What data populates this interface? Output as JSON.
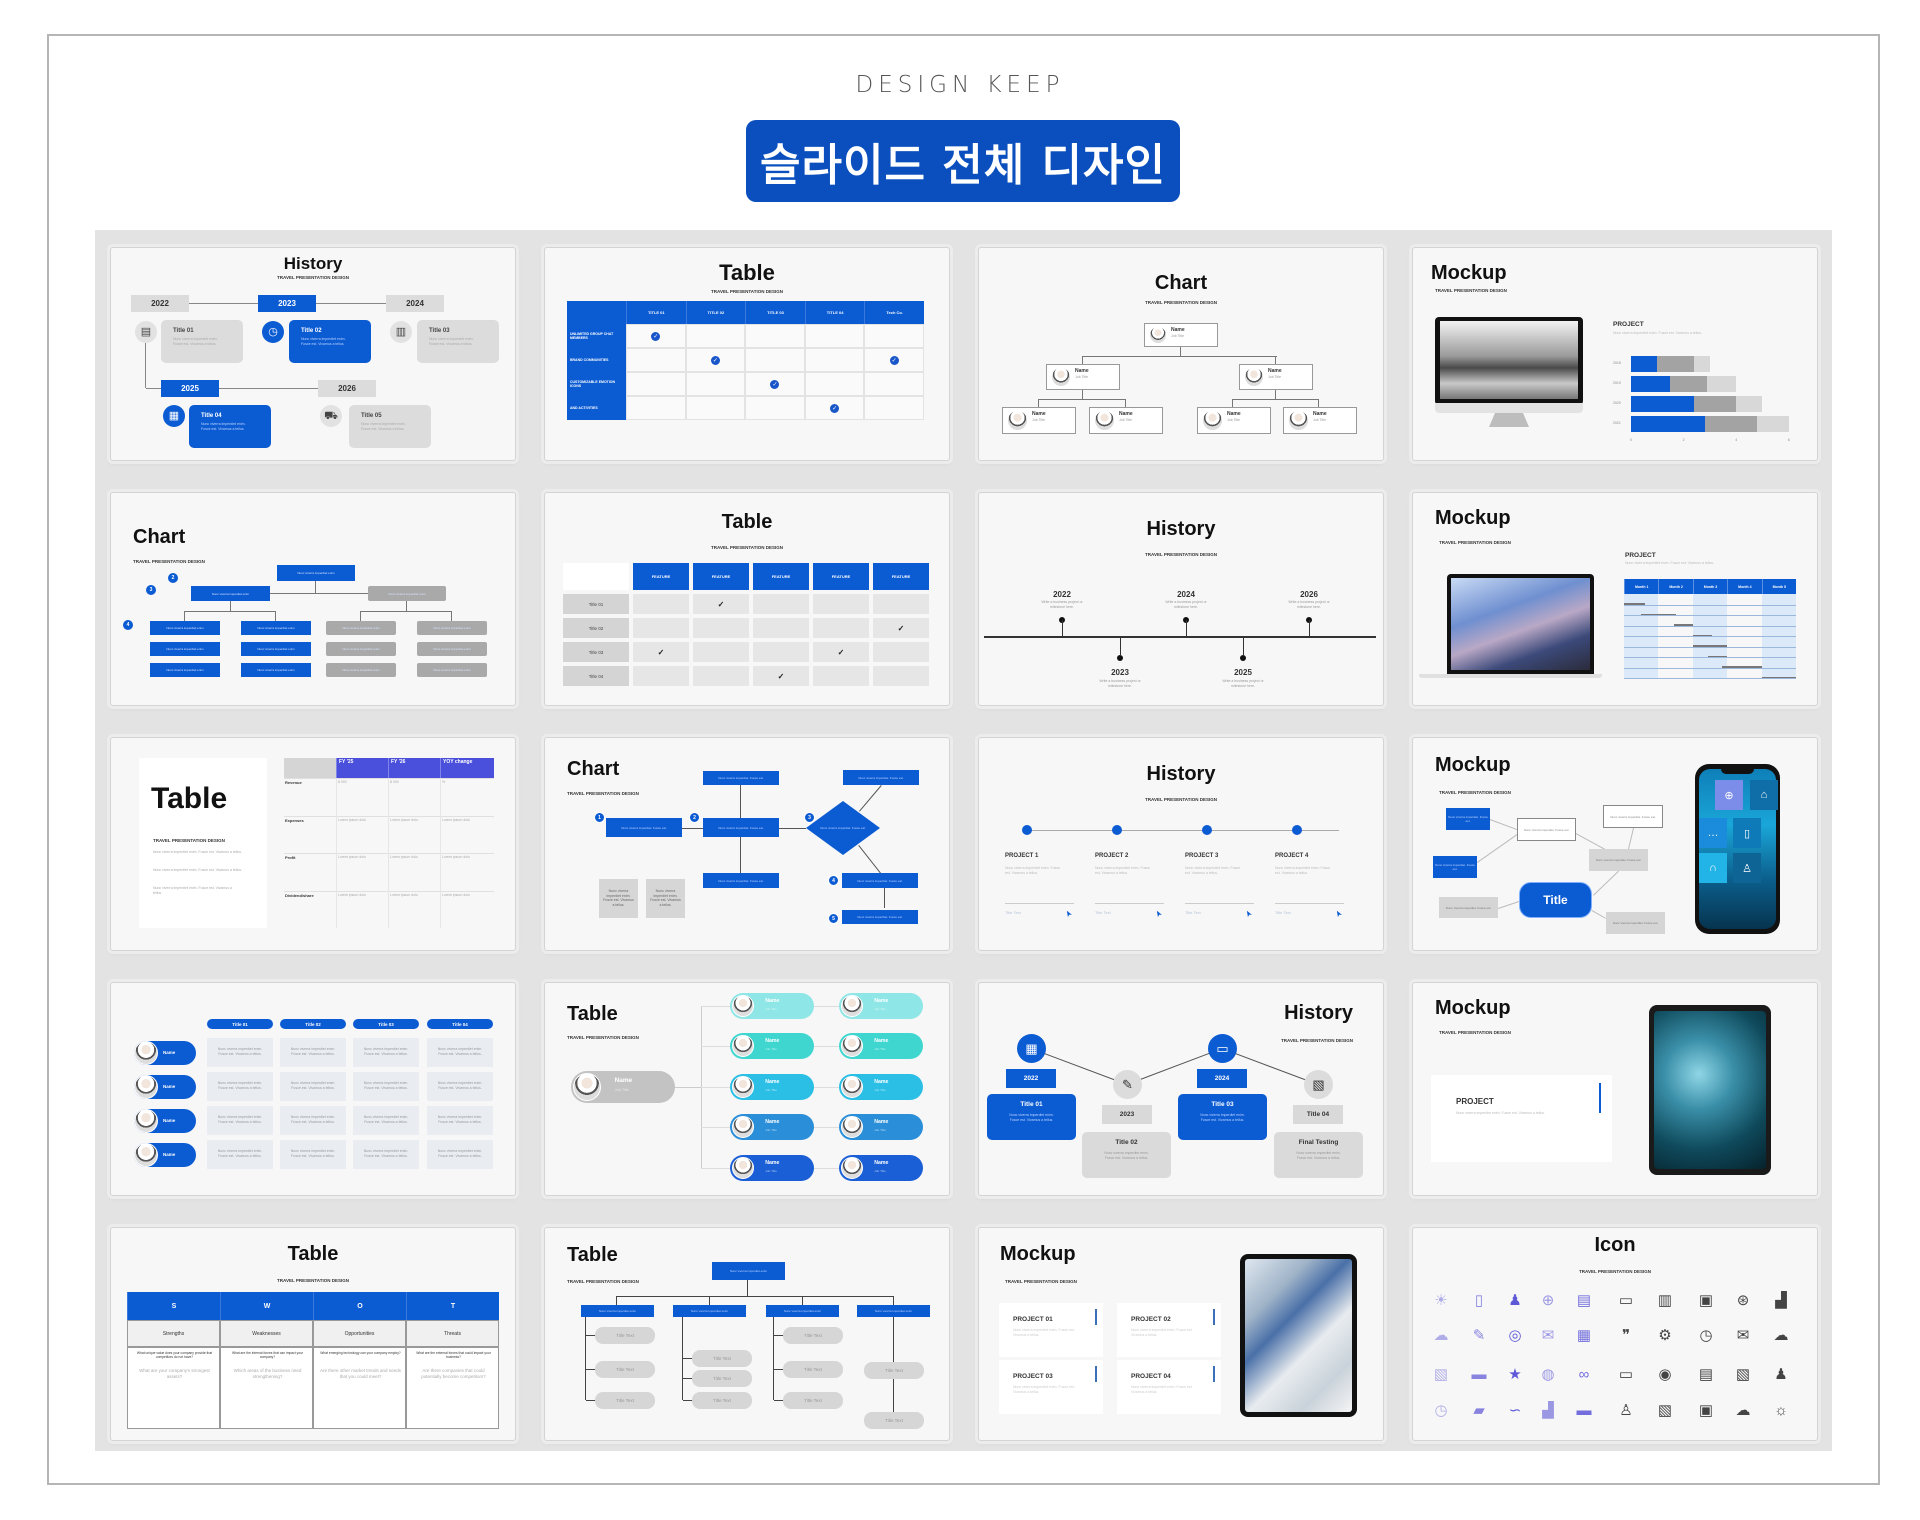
{
  "header": {
    "brand": "DESIGN KEEP",
    "title": "슬라이드 전체 디자인"
  },
  "colors": {
    "accent": "#0b5bd3",
    "banner": "#0a4fbd",
    "fy_header": "#4b50dc",
    "grey_box": "#d9d9d9",
    "pill_gradient": [
      "#8fe6e6",
      "#3fd6d0",
      "#2bbfe6",
      "#2a8ed8",
      "#1a5fd6"
    ],
    "icon_purple": "#5a55d6"
  },
  "common": {
    "subtitle": "TRAVEL PRESENTATION DESIGN",
    "lorem": "Nunc viverra imperdiet enim. Fusce est. Vivamus a tellus.",
    "lorem_short": "Nunc viverra imperdiet enim",
    "lorem_box": "Nunc viverra imperdiet. Fusce est.",
    "name": "Name",
    "job_title": "Job Title",
    "title_text": "Title Text",
    "milestone": "Write a business project or milestone here.",
    "project": "PROJECT"
  },
  "slides": [
    {
      "title": "History",
      "years": [
        "2022",
        "2023",
        "2024",
        "2025",
        "2026"
      ],
      "items": [
        {
          "title": "Title 01",
          "icon": "document-icon"
        },
        {
          "title": "Title 02",
          "icon": "clock-icon"
        },
        {
          "title": "Title 03",
          "icon": "chart-board-icon"
        },
        {
          "title": "Title 04",
          "icon": "building-icon"
        },
        {
          "title": "Title 05",
          "icon": "truck-icon"
        }
      ]
    },
    {
      "title": "Table",
      "columns": [
        "TITLE 01",
        "TITLE 02",
        "TITLE 03",
        "TITLE 04",
        "Tech Co."
      ],
      "rows": [
        {
          "label": "UNLIMITED GROUP CHAT MEMBERS",
          "checks": [
            1,
            0,
            0,
            0,
            0
          ]
        },
        {
          "label": "BRAND COMMUNITIES",
          "checks": [
            0,
            1,
            0,
            0,
            1
          ]
        },
        {
          "label": "CUSTOMIZABLE EMOTION ICONS",
          "checks": [
            0,
            0,
            1,
            0,
            0
          ]
        },
        {
          "label": "AND ACTIVITIES",
          "checks": [
            0,
            0,
            0,
            1,
            0
          ]
        }
      ]
    },
    {
      "title": "Chart"
    },
    {
      "title": "Mockup",
      "bar_chart": {
        "categories": [
          "2018",
          "2019",
          "2020",
          "2021"
        ],
        "series": [
          [
            1,
            1.5,
            2.4,
            2.8
          ],
          [
            1.4,
            1.4,
            1.6,
            2
          ],
          [
            0.6,
            1.1,
            1,
            1.2
          ]
        ],
        "ticks": [
          "0",
          "2",
          "4",
          "6"
        ],
        "xlim": [
          0,
          6
        ]
      }
    },
    {
      "title": "Chart",
      "markers": [
        "2",
        "3",
        "4"
      ]
    },
    {
      "title": "Table",
      "columns": [
        "FEATURE",
        "FEATURE",
        "FEATURE",
        "FEATURE",
        "FEATURE"
      ],
      "rows": [
        {
          "label": "Title 01",
          "checks": [
            0,
            1,
            0,
            0,
            0
          ]
        },
        {
          "label": "Title 02",
          "checks": [
            0,
            0,
            0,
            0,
            1
          ]
        },
        {
          "label": "Title 03",
          "checks": [
            1,
            0,
            0,
            1,
            0
          ]
        },
        {
          "label": "Title 04",
          "checks": [
            0,
            0,
            1,
            0,
            0
          ]
        }
      ]
    },
    {
      "title": "History",
      "milestones": [
        "2022",
        "2023",
        "2024",
        "2025",
        "2026"
      ]
    },
    {
      "title": "Mockup",
      "months": [
        "Month 1",
        "Month 2",
        "Month 3",
        "Month 4",
        "Month 5"
      ],
      "gantt": [
        [
          0,
          0.6
        ],
        [
          0.5,
          1.5
        ],
        [
          1.45,
          2
        ],
        [
          2,
          2.55
        ],
        [
          2,
          3
        ],
        [
          2.45,
          3
        ],
        [
          2.85,
          4
        ],
        [
          4,
          5
        ]
      ]
    },
    {
      "title": "Table",
      "columns": [
        "FY '25",
        "FY '26",
        "YOY change"
      ],
      "rows": [
        {
          "label": "Revenue",
          "values": [
            "$ 000",
            "$ 000",
            "%"
          ]
        },
        {
          "label": "Expenses",
          "values": [
            "Lorem ipsum dolo",
            "Lorem ipsum dolo",
            "Lorem ipsum dolo"
          ]
        },
        {
          "label": "Profit",
          "values": [
            "Lorem ipsum dolo",
            "Lorem ipsum dolo",
            "Lorem ipsum dolo"
          ]
        },
        {
          "label": "Dividend/share",
          "values": [
            "Lorem ipsum dolo",
            "Lorem ipsum dolo",
            "Lorem ipsum dolo"
          ]
        }
      ]
    },
    {
      "title": "Chart",
      "steps": [
        "1",
        "2",
        "3",
        "4",
        "5"
      ]
    },
    {
      "title": "History",
      "projects": [
        "PROJECT 1",
        "PROJECT 2",
        "PROJECT 3",
        "PROJECT 4"
      ]
    },
    {
      "title": "Mockup",
      "center_label": "Title"
    },
    {
      "columns": [
        "Title 01",
        "Title 02",
        "Title 03",
        "Title 04"
      ]
    },
    {
      "title": "Table"
    },
    {
      "title": "History",
      "stages": [
        {
          "year": "2022",
          "title": "Title 01",
          "icon": "building-icon"
        },
        {
          "year": "2023",
          "title": "Title 02",
          "icon": "pen-tool-icon"
        },
        {
          "year": "2024",
          "title": "Title 03",
          "icon": "monitor-icon"
        },
        {
          "year": "Title 04",
          "title": "Final Testing",
          "icon": "report-icon"
        }
      ]
    },
    {
      "title": "Mockup"
    },
    {
      "title": "Table",
      "swot": [
        {
          "letter": "S",
          "heading": "Strengths",
          "question": "What unique value does your company provide that competitors do not have?",
          "prompt": "What are your company's strongest assets?"
        },
        {
          "letter": "W",
          "heading": "Weaknesses",
          "question": "What are the internal forces that can impact your company?",
          "prompt": "Which areas of the business need strengthening?"
        },
        {
          "letter": "O",
          "heading": "Opportunities",
          "question": "What emerging technology can your company employ?",
          "prompt": "Are there other market trends and needs that you could meet?"
        },
        {
          "letter": "T",
          "heading": "Threats",
          "question": "What are the external forces that could impact your business?",
          "prompt": "Are there companies that could potentially become competitors?"
        }
      ]
    },
    {
      "title": "Table"
    },
    {
      "title": "Mockup",
      "projects": [
        "PROJECT 01",
        "PROJECT 02",
        "PROJECT 03",
        "PROJECT 04"
      ]
    },
    {
      "title": "Icon",
      "icons": [
        "lightbulb-icon",
        "clipboard-icon",
        "people-network-icon",
        "globe-icon",
        "document-icon",
        "laptop-chart-icon",
        "bar-chart-growth-icon",
        "monitor-chart-icon",
        "globe-gear-icon",
        "growth-chart-icon",
        "cloud-upload-icon",
        "edit-document-icon",
        "target-icon",
        "mail-icon",
        "calendar-check-icon",
        "chat-bubbles-icon",
        "gears-icon",
        "stopwatch-icon",
        "email-document-icon",
        "cloud-document-icon",
        "report-icon",
        "folder-icon",
        "star-icon",
        "search-document-icon",
        "infinity-icon",
        "presentation-icon",
        "eye-idea-icon",
        "clipboard-list-icon",
        "document-chart-icon",
        "team-icon",
        "timer-icon",
        "folder-open-icon",
        "handshake-icon",
        "money-growth-icon",
        "board-icon",
        "user-icon",
        "analytics-person-icon",
        "monitor-bars-icon",
        "cloud-network-icon",
        "lightbulb-idea-icon"
      ]
    }
  ]
}
